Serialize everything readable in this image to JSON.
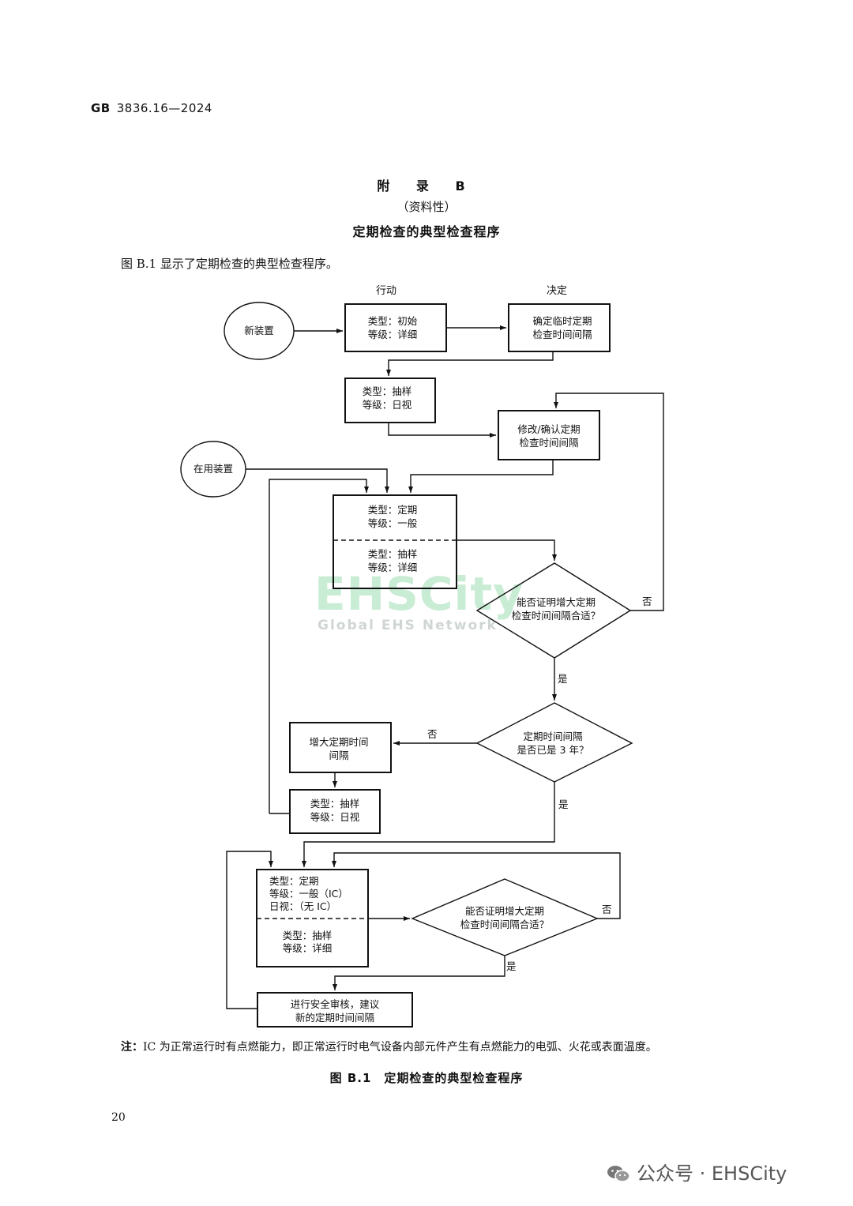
{
  "header": {
    "std_prefix": "GB",
    "std_number": "3836.16—2024"
  },
  "appendix": {
    "title": "附 录 B",
    "kind": "（资料性）",
    "heading": "定期检查的典型检查程序",
    "intro": "图 B.1 显示了定期检查的典型检查程序。"
  },
  "flowchart": {
    "col_action": "行动",
    "col_decision": "决定",
    "start_new": "新装置",
    "start_inuse": "在用装置",
    "box_initial": [
      "类型：初始",
      "等级：详细"
    ],
    "box_interim": [
      "确定临时定期",
      "检查时间间隔"
    ],
    "box_sample_visual": [
      "类型：抽样",
      "等级：日视"
    ],
    "box_modify": [
      "修改/确认定期",
      "检查时间间隔"
    ],
    "box_periodic_top": [
      "类型：定期",
      "等级：一般"
    ],
    "box_periodic_bottom": [
      "类型：抽样",
      "等级：详细"
    ],
    "diamond_1": [
      "能否证明增大定期",
      "检查时间间隔合适？"
    ],
    "diamond_2": [
      "定期时间间隔",
      "是否已是 3 年？"
    ],
    "box_increase": [
      "增大定期时间",
      "间隔"
    ],
    "box_sample_visual_2": [
      "类型：抽样",
      "等级：日视"
    ],
    "box_ic_top": [
      "类型：定期",
      "等级：一般（IC）",
      "日视：（无 IC）"
    ],
    "box_ic_bottom": [
      "类型：抽样",
      "等级：详细"
    ],
    "diamond_3": [
      "能否证明增大定期",
      "检查时间间隔合适？"
    ],
    "box_review": [
      "进行安全审核，建议",
      "新的定期时间间隔"
    ],
    "label_yes": "是",
    "label_no": "否"
  },
  "watermark": {
    "brand": "EHSCity",
    "tagline": "Global EHS Network"
  },
  "note": {
    "label": "注：",
    "text": "IC 为正常运行时有点燃能力，即正常运行时电气设备内部元件产生有点燃能力的电弧、火花或表面温度。"
  },
  "caption": "图 B.1　定期检查的典型检查程序",
  "page_number": "20",
  "footer": {
    "wechat": "公众号 · EHSCity"
  },
  "colors": {
    "ink": "#111111",
    "watermark": "#c9ecd5"
  }
}
